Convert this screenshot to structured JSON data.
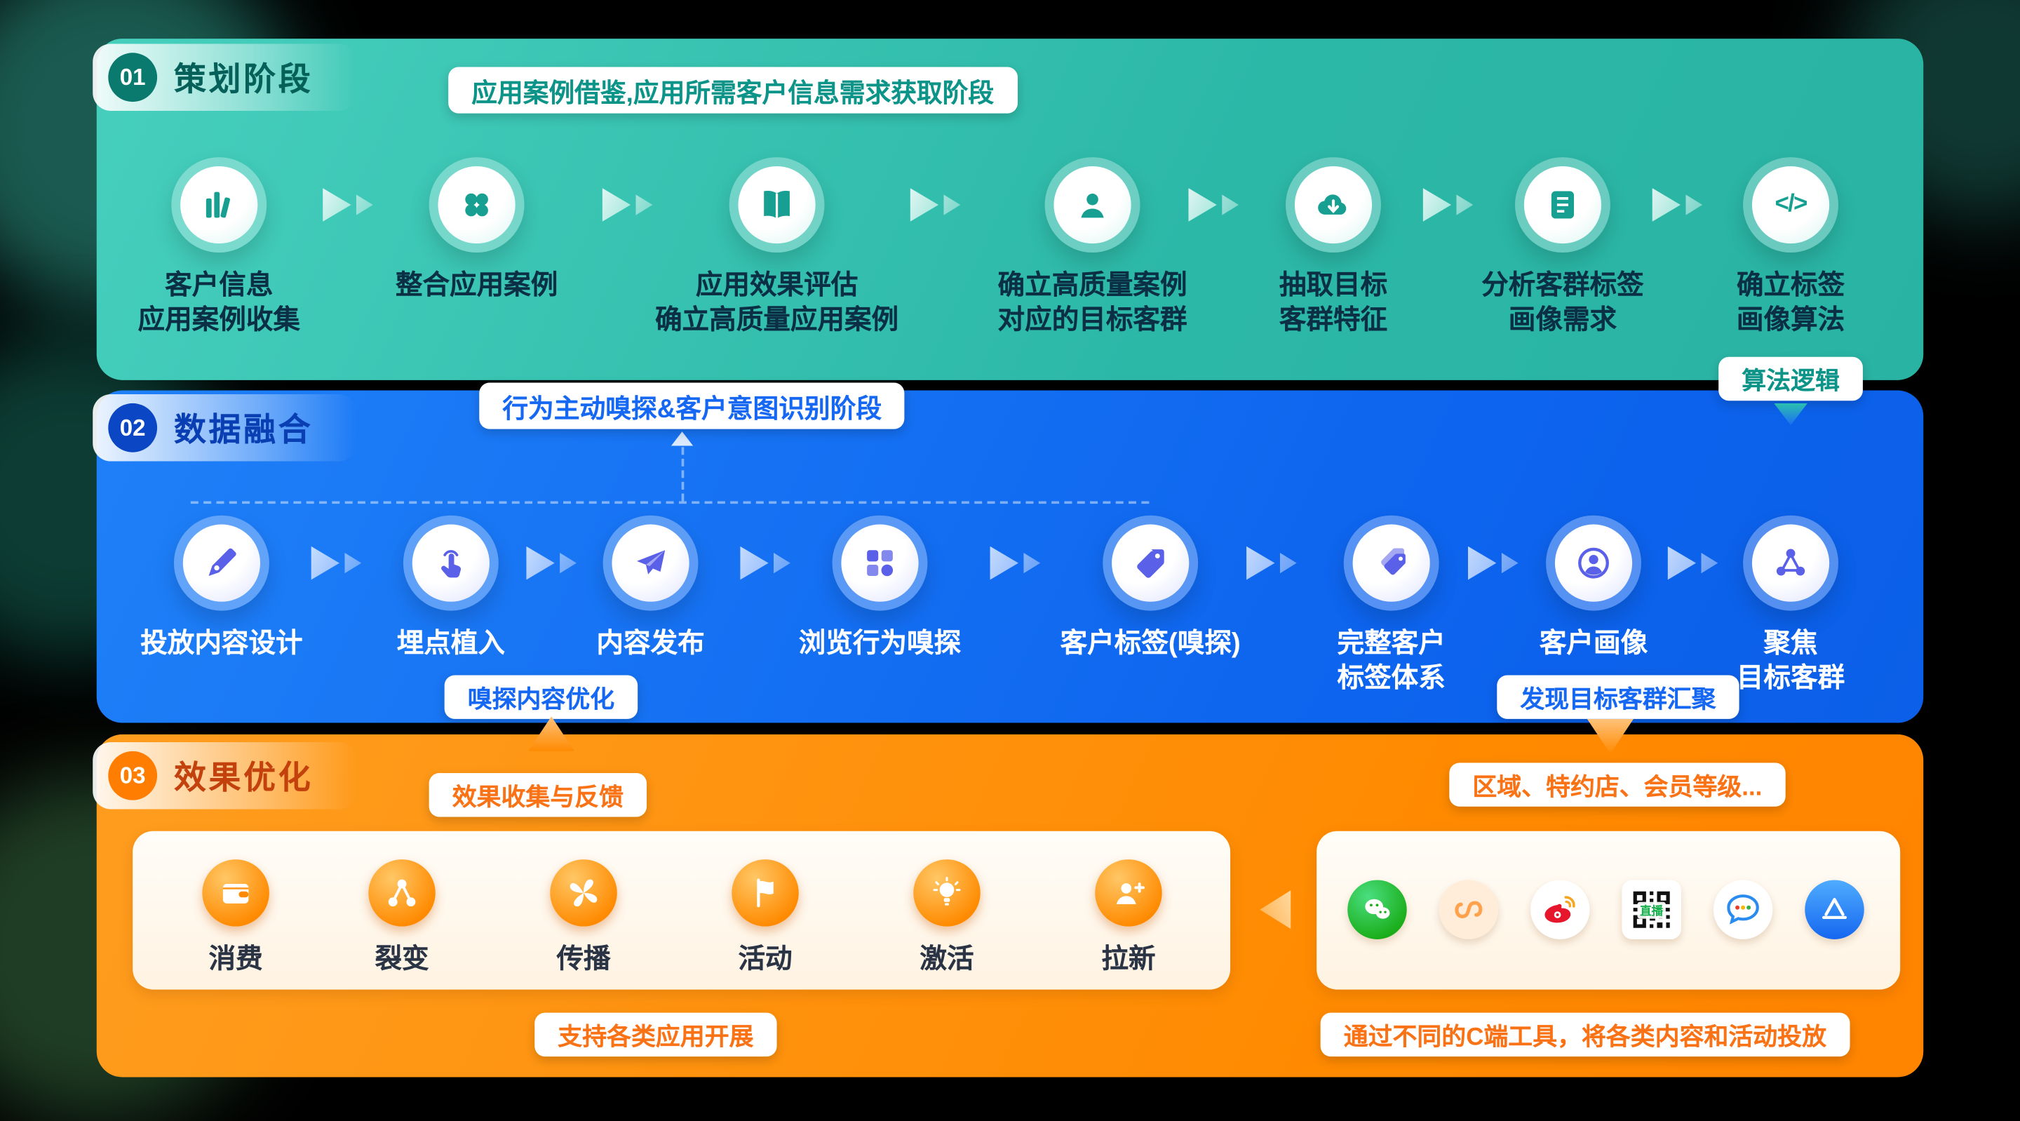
{
  "icons": {
    "code_glyph": "</>"
  },
  "stages": [
    {
      "number": "01",
      "title": "策划阶段",
      "banner": "应用案例借鉴,应用所需客户信息需求获取阶段",
      "tag": "算法逻辑",
      "steps": [
        {
          "icon": "books-icon",
          "label": "客户信息\n应用案例收集"
        },
        {
          "icon": "modules-icon",
          "label": "整合应用案例"
        },
        {
          "icon": "open-book-icon",
          "label": "应用效果评估\n确立高质量应用案例"
        },
        {
          "icon": "person-icon",
          "label": "确立高质量案例\n对应的目标客群"
        },
        {
          "icon": "cloud-download-icon",
          "label": "抽取目标\n客群特征"
        },
        {
          "icon": "document-icon",
          "label": "分析客群标签\n画像需求"
        },
        {
          "icon": "code-icon",
          "label": "确立标签\n画像算法"
        }
      ]
    },
    {
      "number": "02",
      "title": "数据融合",
      "banner": "行为主动嗅探&客户意图识别阶段",
      "pill_left": "嗅探内容优化",
      "pill_right": "发现目标客群汇聚",
      "steps": [
        {
          "icon": "pen-icon",
          "label": "投放内容设计"
        },
        {
          "icon": "tap-icon",
          "label": "埋点植入"
        },
        {
          "icon": "send-icon",
          "label": "内容发布"
        },
        {
          "icon": "browse-icon",
          "label": "浏览行为嗅探"
        },
        {
          "icon": "tag-icon",
          "label": "客户标签(嗅探)"
        },
        {
          "icon": "tags-icon",
          "label": "完整客户\n标签体系"
        },
        {
          "icon": "profile-icon",
          "label": "客户画像"
        },
        {
          "icon": "share-icon",
          "label": "聚焦\n目标客群"
        }
      ]
    },
    {
      "number": "03",
      "title": "效果优化",
      "pill_feedback": "效果收集与反馈",
      "pill_region": "区域、特约店、会员等级...",
      "pill_apps": "支持各类应用开展",
      "pill_channels": "通过不同的C端工具，将各类内容和活动投放",
      "qr_label": "直播",
      "apps": [
        {
          "icon": "wallet-icon",
          "label": "消费"
        },
        {
          "icon": "split-icon",
          "label": "裂变"
        },
        {
          "icon": "fan-icon",
          "label": "传播"
        },
        {
          "icon": "flag-icon",
          "label": "活动"
        },
        {
          "icon": "bulb-icon",
          "label": "激活"
        },
        {
          "icon": "adduser-icon",
          "label": "拉新"
        }
      ],
      "channels": [
        "wechat-icon",
        "video-channel-icon",
        "weibo-icon",
        "live-qrcode-icon",
        "chat-app-icon",
        "appstore-icon"
      ]
    }
  ],
  "colors": {
    "stage1": "#2cb8a7",
    "stage2": "#0d64ee",
    "stage3": "#ff8a00",
    "background": "#000000"
  }
}
